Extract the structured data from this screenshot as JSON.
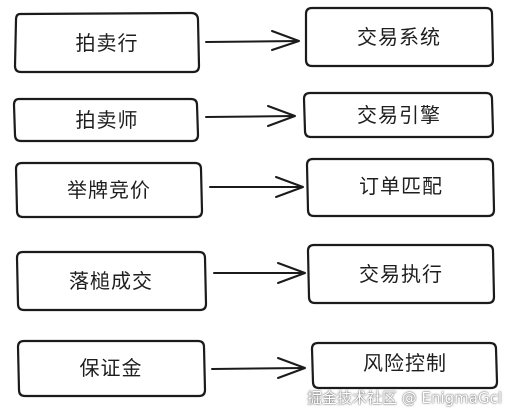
{
  "rows": [
    {
      "left": "拍卖行",
      "right": "交易系统"
    },
    {
      "left": "拍卖师",
      "right": "交易引擎"
    },
    {
      "left": "举牌竞价",
      "right": "订单匹配"
    },
    {
      "left": "落槌成交",
      "right": "交易执行"
    },
    {
      "left": "保证金",
      "right": "风险控制"
    }
  ],
  "watermark": "掘金技术社区 @ EnigmaGcl",
  "colors": {
    "stroke": "#1b1b1b",
    "background": "#ffffff",
    "text": "#1e1e1e"
  }
}
